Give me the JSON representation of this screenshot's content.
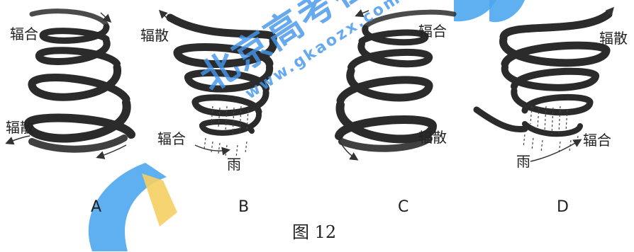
{
  "figure": {
    "title": "图 12",
    "colors": {
      "spiral": "#2b2b2b",
      "arrow": "#333333",
      "logo_blue": "#4ea7ee",
      "logo_yellow": "#f6cf63"
    },
    "panels": [
      {
        "letter": "A",
        "labels": {
          "top": "辐合",
          "bottom": "辐散"
        }
      },
      {
        "letter": "B",
        "labels": {
          "top": "辐散",
          "bottom": "辐合",
          "rain": "雨"
        }
      },
      {
        "letter": "C",
        "labels": {
          "top": "辐合",
          "bottom": "辐散"
        }
      },
      {
        "letter": "D",
        "labels": {
          "top": "辐散",
          "bottom": "辐合",
          "rain": "雨"
        }
      }
    ]
  },
  "watermark": {
    "name": "北京高考在线",
    "url": "www.gkaozx.com"
  }
}
